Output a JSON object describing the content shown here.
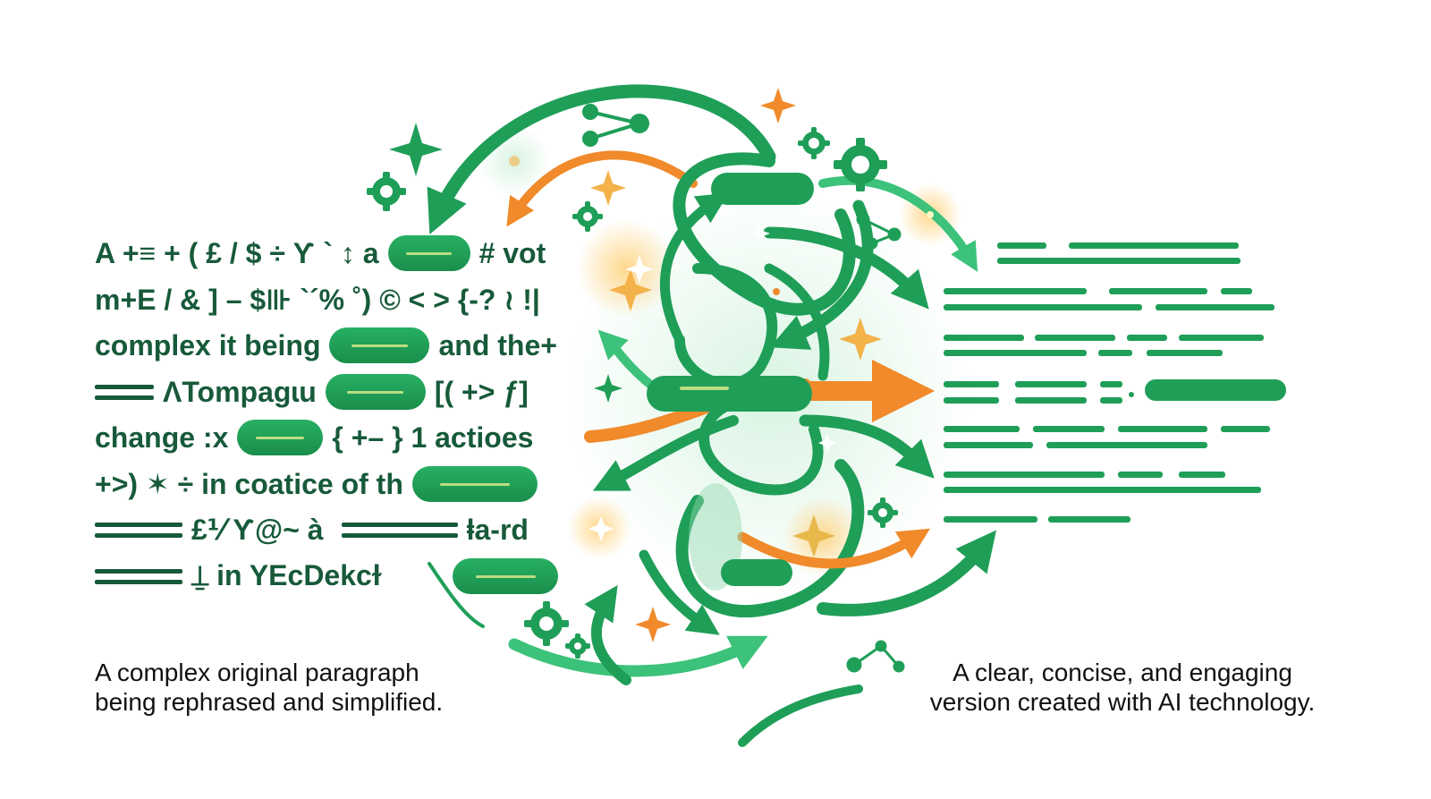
{
  "source_text": {
    "lines": [
      {
        "before": "A +≡ + ( £ / $ ÷ Ƴ ` ↕ a",
        "pill": true,
        "after": "# vot",
        "bars": false
      },
      {
        "before": "m+E / & ] – $⊪ `´% ˚) © < > {-? ≀ !|",
        "pill": false,
        "after": "",
        "bars": false
      },
      {
        "before": "complex it being",
        "pill": true,
        "after": "and the+",
        "bars": false
      },
      {
        "before": "ɅTompagɩu",
        "pill": true,
        "after": "[( +> ƒ]",
        "bars": true
      },
      {
        "before": "change :x",
        "pill": true,
        "after": "{ +– } 1 actioes",
        "bars": false
      },
      {
        "before": "+>)  ✶ ÷ in coatice of th",
        "pill": true,
        "after": "",
        "bars": false
      },
      {
        "before": "£⅟ Ƴ@~ à",
        "pill": false,
        "after": "ⱡa-rd",
        "bars": true
      },
      {
        "before": "⍊ in YEcDekcɫ",
        "pill": true,
        "after": "",
        "bars": true
      }
    ]
  },
  "captions": {
    "left_line1": "A complex original paragraph",
    "left_line2": "being rephrased and simplified.",
    "right_line1": "A clear, concise, and engaging",
    "right_line2": "version created with AI technology."
  },
  "colors": {
    "green_dark": "#175a3a",
    "green": "#1f9e58",
    "green_light": "#3cc27a",
    "orange": "#f08a2a",
    "gold": "#f3b24a"
  },
  "icons": [
    "gear-icon",
    "sparkle-icon",
    "node-graph-icon",
    "arrow-icon"
  ]
}
